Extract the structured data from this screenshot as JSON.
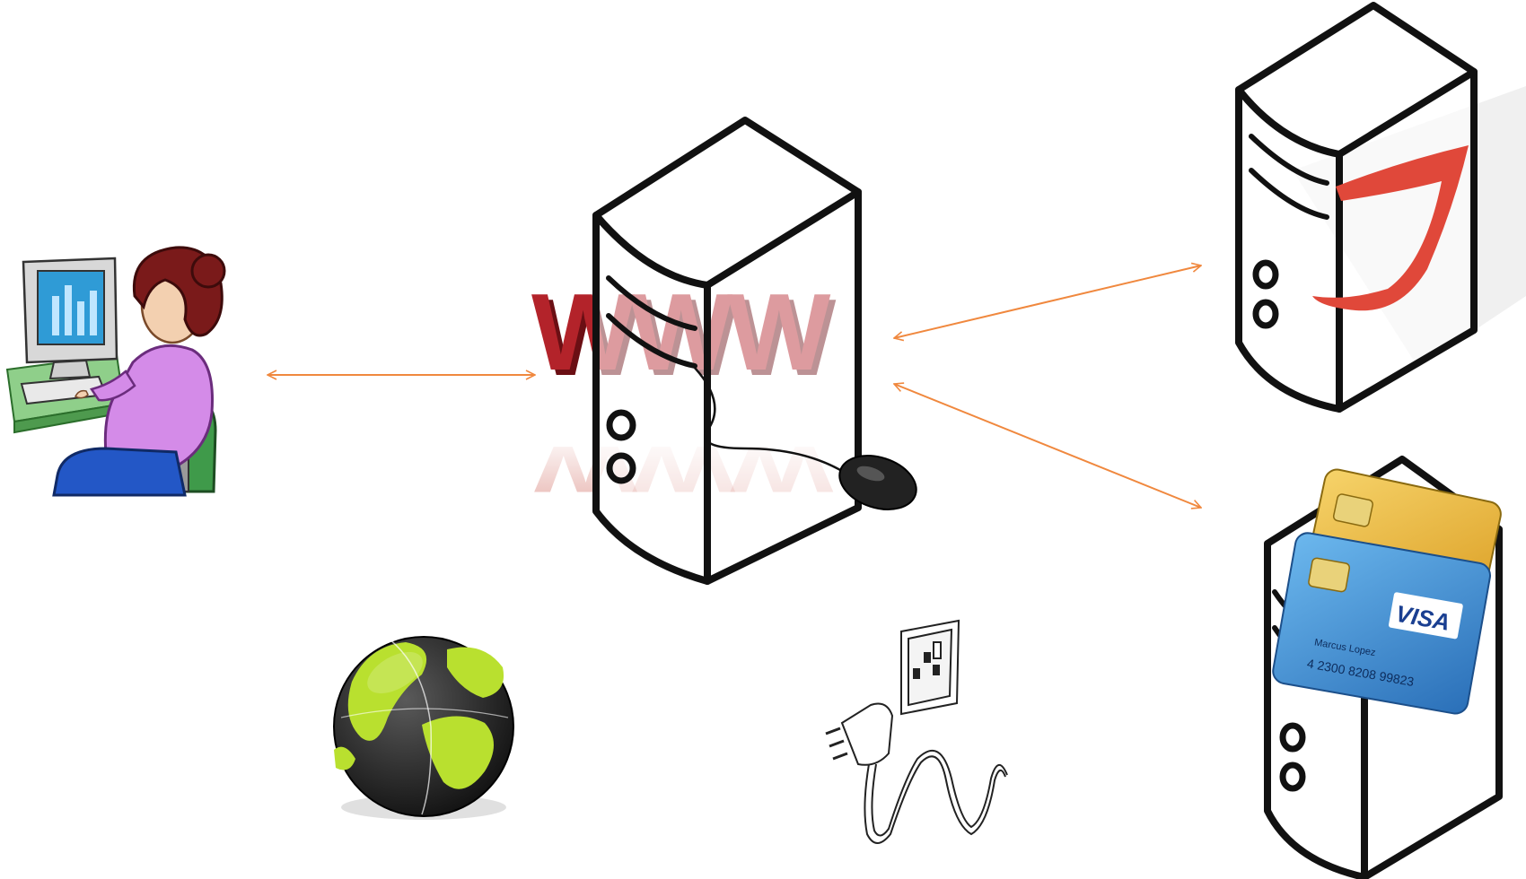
{
  "colors": {
    "connector": "#f0883e",
    "www_red": "#b3232a",
    "server_outline": "#111111",
    "server_fill": "#ffffff",
    "logo_red": "#e0483a",
    "globe_land": "#b9e02f",
    "globe_sea": "#2a2a2a",
    "card_blue": "#3a8fd6",
    "card_gold": "#e6b23a"
  },
  "nodes": {
    "user": {
      "icon": "person-at-computer-icon"
    },
    "web_server": {
      "icon": "web-server-icon",
      "overlay_text": "WWW"
    },
    "app_server": {
      "icon": "server-with-logo-icon"
    },
    "payment_server": {
      "icon": "server-with-credit-cards-icon",
      "card_brand": "VISA",
      "card_holder": "Marcus Lopez",
      "card_number": "4 2300 8208 99823"
    },
    "globe": {
      "icon": "globe-icon"
    },
    "power": {
      "icon": "power-plug-icon"
    }
  },
  "connections": [
    {
      "from": "user",
      "to": "web_server",
      "type": "bidirectional"
    },
    {
      "from": "web_server",
      "to": "app_server",
      "type": "bidirectional"
    },
    {
      "from": "web_server",
      "to": "payment_server",
      "type": "bidirectional"
    }
  ]
}
